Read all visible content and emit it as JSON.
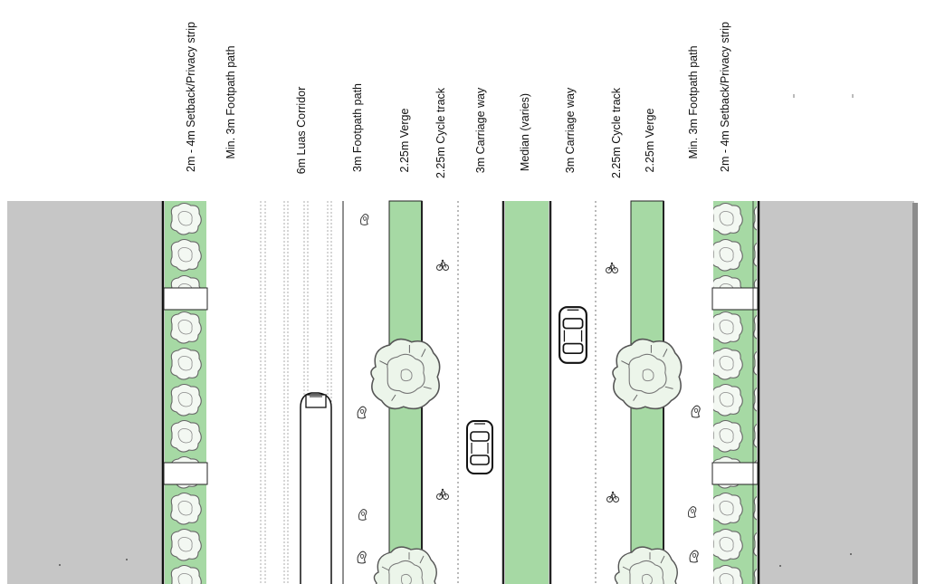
{
  "colors": {
    "building": "#c6c6c6",
    "verge": "#a6d9a4",
    "median": "#a6d9a4",
    "tree_fill": "#e8f3e6",
    "line": "#222222",
    "marker": "#444444"
  },
  "labels": [
    "2m - 4m Setback/Privacy strip",
    "Min. 3m Footpath path",
    "6m Luas Corridor",
    "3m Footpath path",
    "2.25m Verge",
    "2.25m Cycle track",
    "3m Carriage way",
    "Median (varies)",
    "3m Carriage way",
    "2.25m Cycle track",
    "2.25m Verge",
    "Min. 3m Footpath path",
    "2m - 4m Setback/Privacy strip"
  ],
  "icons": {
    "tree": "tree-canopy-icon",
    "car": "car-icon",
    "tram": "tram-icon",
    "bicycle": "bicycle-symbol-icon",
    "pedestrian": "pedestrian-symbol-icon"
  }
}
